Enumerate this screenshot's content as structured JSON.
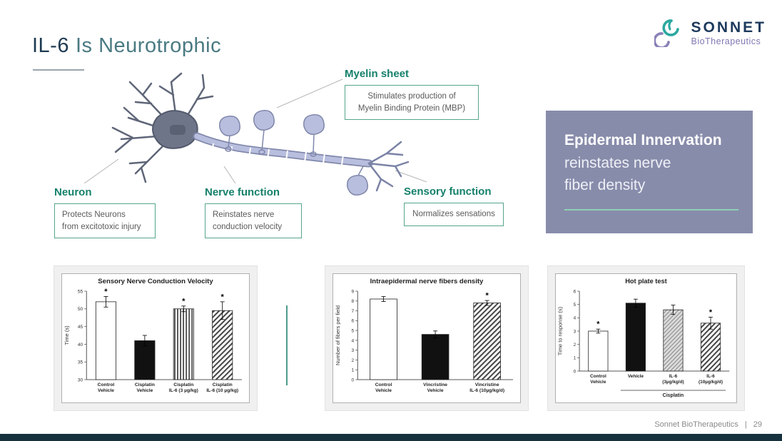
{
  "slide": {
    "title_accent": "IL-6",
    "title_rest": "Is Neurotrophic",
    "footer_company": "Sonnet BioTherapeutics",
    "footer_separator": "|",
    "footer_page": "29"
  },
  "logo": {
    "name": "SONNET",
    "subtitle": "BioTherapeutics"
  },
  "colors": {
    "accent_navy": "#1e3a52",
    "title_teal": "#4a7a82",
    "heading_green": "#15806b",
    "callout_border": "#55a58c",
    "panel_purple": "#888cab",
    "panel_underline": "#8fd0b4",
    "footer_bar": "#16323f",
    "logo_teal": "#2aa9a0",
    "logo_purple": "#8b80b8"
  },
  "callouts": {
    "myelin": {
      "heading": "Myelin sheet",
      "line1": "Stimulates production of",
      "line2": "Myelin Binding Protein (MBP)"
    },
    "neuron": {
      "heading": "Neuron",
      "line1": "Protects Neurons",
      "line2": "from excitotoxic injury"
    },
    "nerve": {
      "heading": "Nerve function",
      "line1": "Reinstates nerve",
      "line2": "conduction velocity"
    },
    "sensory": {
      "heading": "Sensory function",
      "line1": "Normalizes sensations",
      "line2": ""
    }
  },
  "highlight_box": {
    "line1": "Epidermal Innervation",
    "line2": "reinstates nerve",
    "line3": "fiber density"
  },
  "chart_data": [
    {
      "type": "bar",
      "title": "Sensory Nerve Conduction Velocity",
      "ylabel": "Time (s)",
      "ylim": [
        30,
        55
      ],
      "yticks": [
        30,
        35,
        40,
        45,
        50,
        55
      ],
      "categories": [
        "Control\nVehicle",
        "Cisplatin\nVehicle",
        "Cisplatin\nIL-6 (3 µg/kg)",
        "Cisplatin\nIL-6 (10 µg/kg)"
      ],
      "values": [
        52,
        41,
        50,
        49.5
      ],
      "errors": [
        1.5,
        1.5,
        0.8,
        2.5
      ],
      "significance": [
        "*",
        "",
        "*",
        "*"
      ],
      "patterns": [
        "white",
        "black",
        "vstripe",
        "dstripe"
      ],
      "grid": false,
      "legend": "none"
    },
    {
      "type": "bar",
      "title": "Intraepidermal nerve fibers density",
      "ylabel": "Number of fibers per field",
      "ylim": [
        0,
        9
      ],
      "yticks": [
        0,
        1,
        2,
        3,
        4,
        5,
        6,
        7,
        8,
        9
      ],
      "categories": [
        "Control\nVehicle",
        "Vincristine\nVehicle",
        "Vincristine\nIL-6 (10µg/kg/d)"
      ],
      "values": [
        8.2,
        4.6,
        7.8
      ],
      "errors": [
        0.25,
        0.35,
        0.25
      ],
      "significance": [
        "",
        "",
        "*"
      ],
      "patterns": [
        "white",
        "black",
        "dstripe"
      ],
      "grid": false,
      "legend": "none"
    },
    {
      "type": "bar",
      "title": "Hot plate test",
      "ylabel": "Time to response (s)",
      "ylim": [
        0,
        6
      ],
      "yticks": [
        0,
        1,
        2,
        3,
        4,
        5,
        6
      ],
      "categories": [
        "Control\nVehicle",
        "Vehicle",
        "IL-6\n(3µg/kg/d)",
        "IL-6\n(10µg/kg/d)"
      ],
      "values": [
        3.0,
        5.1,
        4.6,
        3.6
      ],
      "errors": [
        0.15,
        0.3,
        0.35,
        0.45
      ],
      "significance": [
        "*",
        "",
        "",
        "*"
      ],
      "patterns": [
        "white",
        "black",
        "gstripe",
        "dstripe"
      ],
      "group_label": "Cisplatin",
      "group_span": [
        1,
        3
      ],
      "grid": false,
      "legend": "none"
    }
  ]
}
